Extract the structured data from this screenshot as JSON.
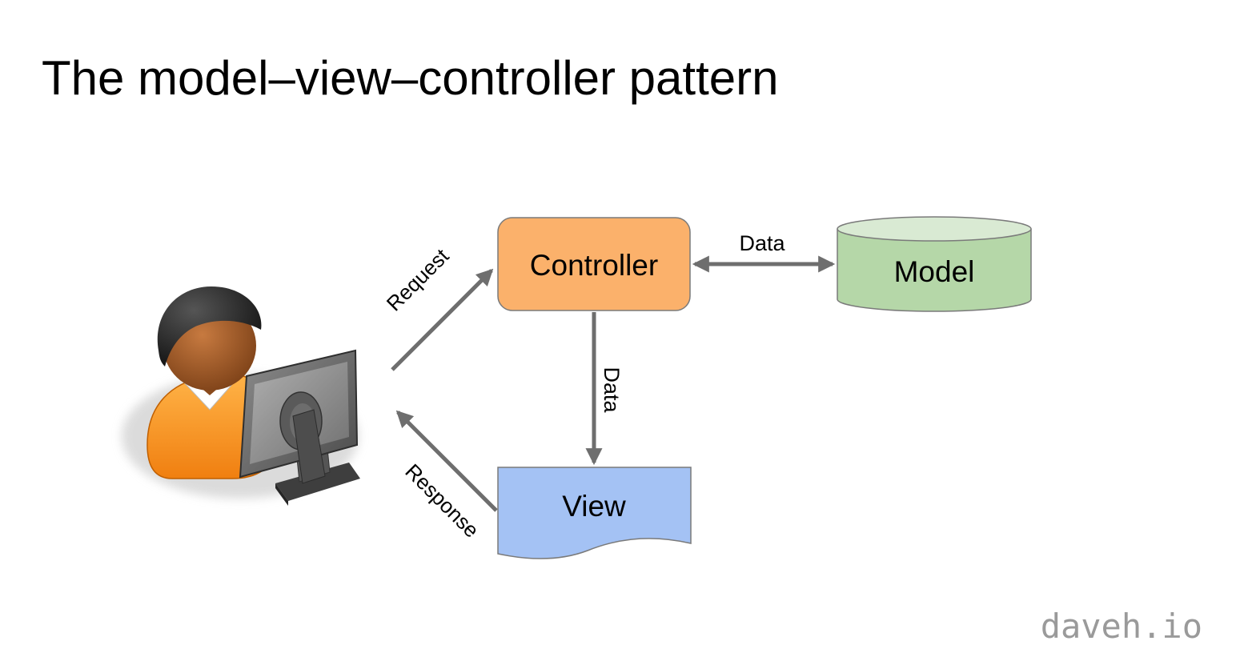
{
  "slide": {
    "title": "The model–view–controller pattern",
    "watermark": "daveh.io"
  },
  "diagram": {
    "nodes": {
      "controller": {
        "label": "Controller",
        "shape": "rounded-rectangle",
        "color": "#fbb16b"
      },
      "model": {
        "label": "Model",
        "shape": "cylinder",
        "color": "#b5d7a8",
        "top_color": "#d9ead3"
      },
      "view": {
        "label": "View",
        "shape": "document",
        "color": "#a4c2f4"
      },
      "user": {
        "icon": "user-at-computer-icon"
      }
    },
    "edges": {
      "request": {
        "label": "Request",
        "from": "user",
        "to": "controller"
      },
      "controller_model": {
        "label": "Data",
        "from": "controller",
        "to": "model",
        "bidirectional": true
      },
      "controller_view": {
        "label": "Data",
        "from": "controller",
        "to": "view"
      },
      "response": {
        "label": "Response",
        "from": "view",
        "to": "user"
      }
    },
    "colors": {
      "arrow": "#6e6e6e",
      "node_border": "#7a7a7a"
    }
  }
}
